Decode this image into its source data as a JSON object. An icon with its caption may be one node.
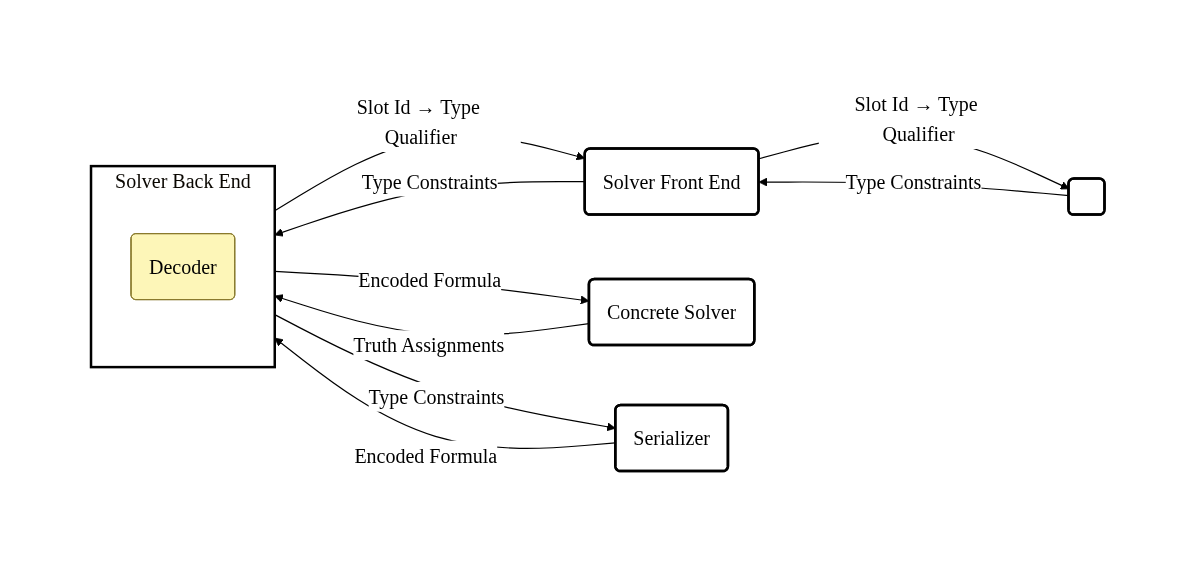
{
  "diagram": {
    "nodes": [
      {
        "text": [],
        "shape": "box"
      },
      {
        "text": [
          "Solver Front End"
        ]
      },
      {
        "text": [
          "Solver Back End"
        ]
      },
      {
        "text": [
          "Decoder"
        ],
        "in": 2
      },
      {
        "text": [
          "Concrete Solver"
        ]
      },
      {
        "text": [
          "Serializer"
        ]
      }
    ],
    "edges": [
      {
        "from": 0,
        "to": 1,
        "arrow": "to",
        "label": "Type Constraints"
      },
      {
        "from": 1,
        "to": 0,
        "arrow": "to",
        "label": "Slot Id → Type Qualifier"
      },
      {
        "from": 1,
        "to": 2,
        "arrow": "to",
        "label": "Type Constraints"
      },
      {
        "from": 2,
        "to": 1,
        "arrow": "to",
        "label": "Slot Id → Type Qualifier"
      },
      {
        "from": 2,
        "to": 4,
        "arrow": "to",
        "label": "Encoded Formula"
      },
      {
        "from": 4,
        "to": 2,
        "arrow": "to",
        "label": "Truth Assignments"
      },
      {
        "from": 2,
        "to": 5,
        "arrow": "to",
        "label": "Type Constraints"
      },
      {
        "from": 5,
        "to": 2,
        "arrow": "to",
        "label": "Encoded Formula"
      }
    ]
  }
}
